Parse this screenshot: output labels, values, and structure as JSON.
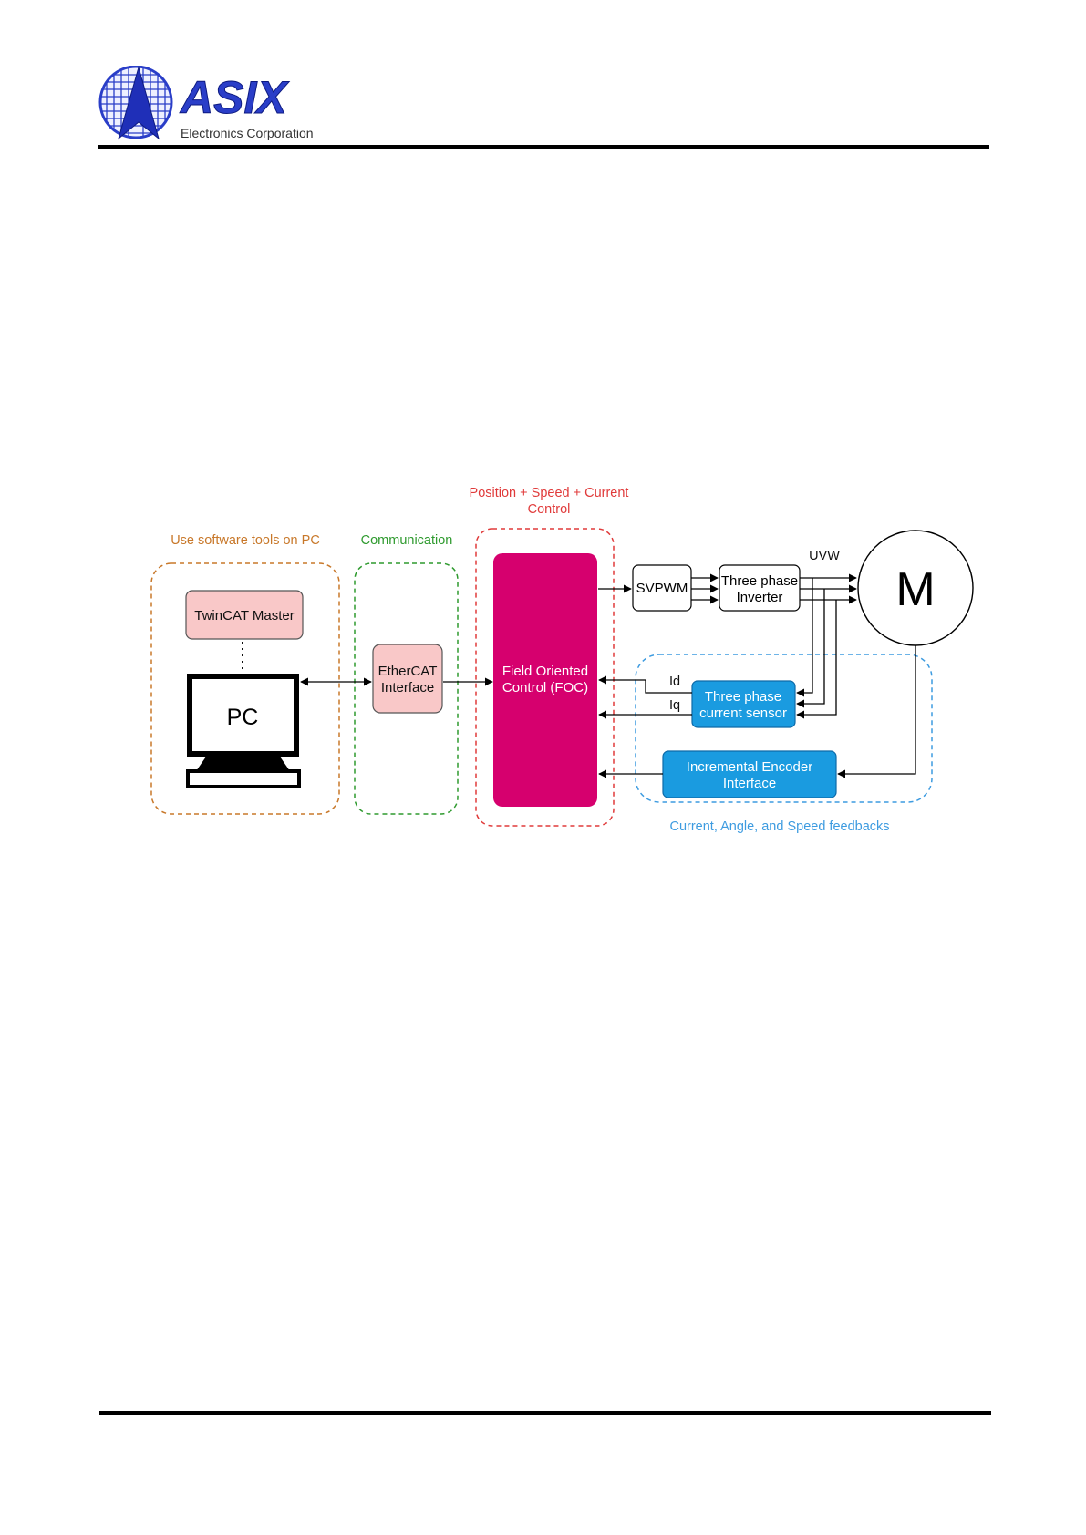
{
  "header": {
    "company_name": "ASIX",
    "company_subtitle": "Electronics Corporation",
    "logo_icon": "asix-globe-logo-icon"
  },
  "diagram": {
    "group_pc_title": "Use software tools on PC",
    "group_comm_title": "Communication",
    "group_control_title_line1": "Position + Speed + Current",
    "group_control_title_line2": "Control",
    "group_feedback_title": "Current, Angle, and Speed feedbacks",
    "twincat_master": "TwinCAT Master",
    "pc_label": "PC",
    "ethercat_line1": "EtherCAT",
    "ethercat_line2": "Interface",
    "foc_line1": "Field Oriented",
    "foc_line2": "Control (FOC)",
    "svpwm": "SVPWM",
    "inverter_line1": "Three phase",
    "inverter_line2": "Inverter",
    "uvw_label": "UVW",
    "motor_label": "M",
    "sensor_line1": "Three phase",
    "sensor_line2": "current sensor",
    "encoder_line1": "Incremental Encoder",
    "encoder_line2": "Interface",
    "id_label": "Id",
    "iq_label": "Iq",
    "colors": {
      "pc_group": "#c8782a",
      "comm_group": "#2e9a2e",
      "control_group": "#e03a3a",
      "feedback_group": "#3d9be0",
      "foc_fill": "#d6006e",
      "pink_fill": "#f9c8c8",
      "blue_fill": "#1a9be0",
      "logo_blue": "#2a3ec8"
    }
  }
}
